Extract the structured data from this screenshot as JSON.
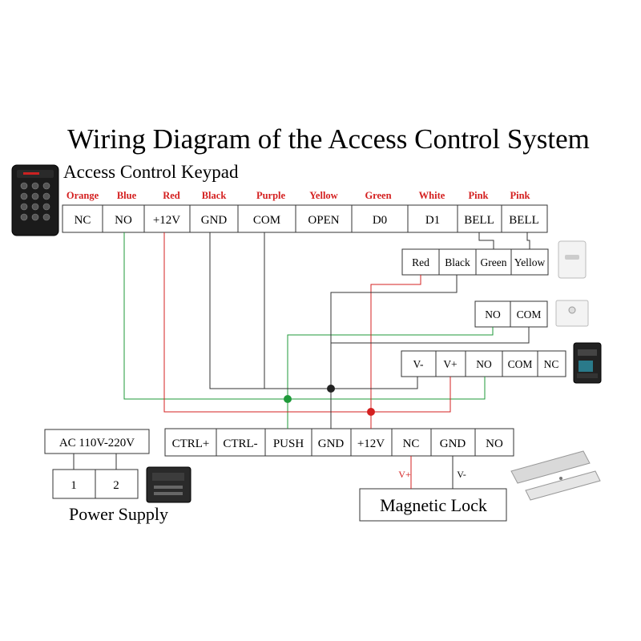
{
  "title": "Wiring Diagram of the Access Control System",
  "keypad": {
    "label": "Access Control Keypad",
    "wire_colors": [
      "Orange",
      "Blue",
      "Red",
      "Black",
      "Purple",
      "Yellow",
      "Green",
      "White",
      "Pink",
      "Pink"
    ],
    "terminals": [
      "NC",
      "NO",
      "+12V",
      "GND",
      "COM",
      "OPEN",
      "D0",
      "D1",
      "BELL",
      "BELL"
    ]
  },
  "doorbell": {
    "terminals": [
      "Red",
      "Black",
      "Green",
      "Yellow"
    ]
  },
  "exit_button": {
    "terminals": [
      "NO",
      "COM"
    ]
  },
  "remote_receiver": {
    "terminals": [
      "V-",
      "V+",
      "NO",
      "COM",
      "NC"
    ]
  },
  "power_supply": {
    "input_label": "AC 110V-220V",
    "inputs": [
      "1",
      "2"
    ],
    "label": "Power Supply",
    "terminals": [
      "CTRL+",
      "CTRL-",
      "PUSH",
      "GND",
      "+12V",
      "NC",
      "GND",
      "NO"
    ]
  },
  "magnetic_lock": {
    "label": "Magnetic Lock",
    "plus_label": "V+",
    "minus_label": "V-"
  },
  "colors": {
    "red_wire": "#d42020",
    "green_wire": "#1f9a3a",
    "black_wire": "#333333"
  }
}
